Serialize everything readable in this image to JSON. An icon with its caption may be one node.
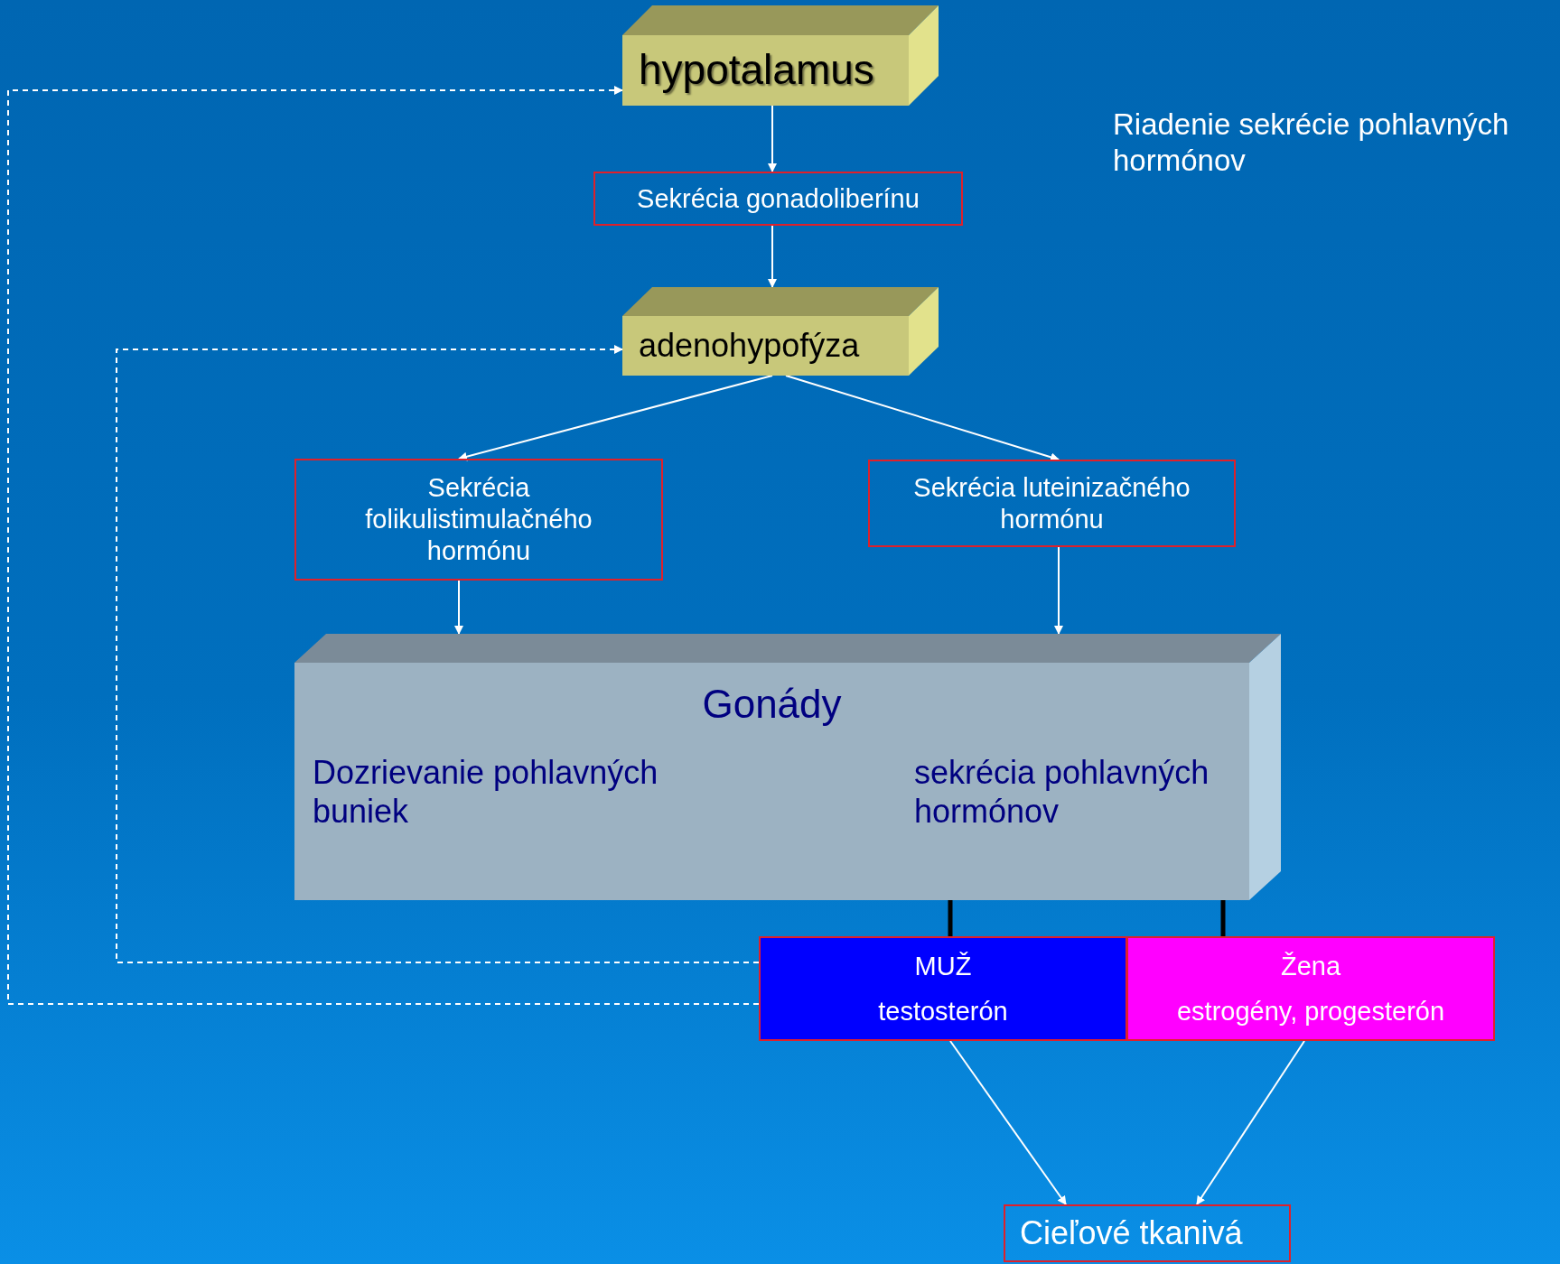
{
  "diagram": {
    "title": "Riadenie sekrécie pohlavných hormónov",
    "nodes": [
      {
        "text": [
          "hypotalamus"
        ]
      },
      {
        "text": [
          "Sekrécia gonadoliberínu"
        ]
      },
      {
        "text": [
          "adenohypofýza"
        ]
      },
      {
        "text": [
          "Sekrécia folikulistimulačného hormónu"
        ]
      },
      {
        "text": [
          "Sekrécia luteinizačného hormónu"
        ]
      },
      {
        "text": [
          "Gonády",
          "Dozrievanie pohlavných buniek",
          "sekrécia pohlavných hormónov"
        ]
      },
      {
        "text": [
          "MUŽ",
          "testosterón"
        ]
      },
      {
        "text": [
          "Žena",
          "estrogény, progesterón"
        ]
      },
      {
        "text": [
          "Cieľové tkanivá"
        ]
      }
    ],
    "edges": [
      {
        "from": 0,
        "to": 1,
        "arrow": "to"
      },
      {
        "from": 1,
        "to": 2,
        "arrow": "to"
      },
      {
        "from": 2,
        "to": 3,
        "arrow": "to"
      },
      {
        "from": 2,
        "to": 4,
        "arrow": "to"
      },
      {
        "from": 3,
        "to": 5,
        "arrow": "to"
      },
      {
        "from": 4,
        "to": 5,
        "arrow": "to"
      },
      {
        "from": 5,
        "to": 6,
        "arrow": "none",
        "style": "thick",
        "color": "#000000"
      },
      {
        "from": 5,
        "to": 7,
        "arrow": "none",
        "style": "thick",
        "color": "#000000"
      },
      {
        "from": 6,
        "to": 8,
        "arrow": "to"
      },
      {
        "from": 7,
        "to": 8,
        "arrow": "to"
      },
      {
        "from": 6,
        "to": 0,
        "arrow": "to",
        "style": "dashed"
      },
      {
        "from": 6,
        "to": 2,
        "arrow": "to",
        "style": "dashed"
      }
    ]
  }
}
